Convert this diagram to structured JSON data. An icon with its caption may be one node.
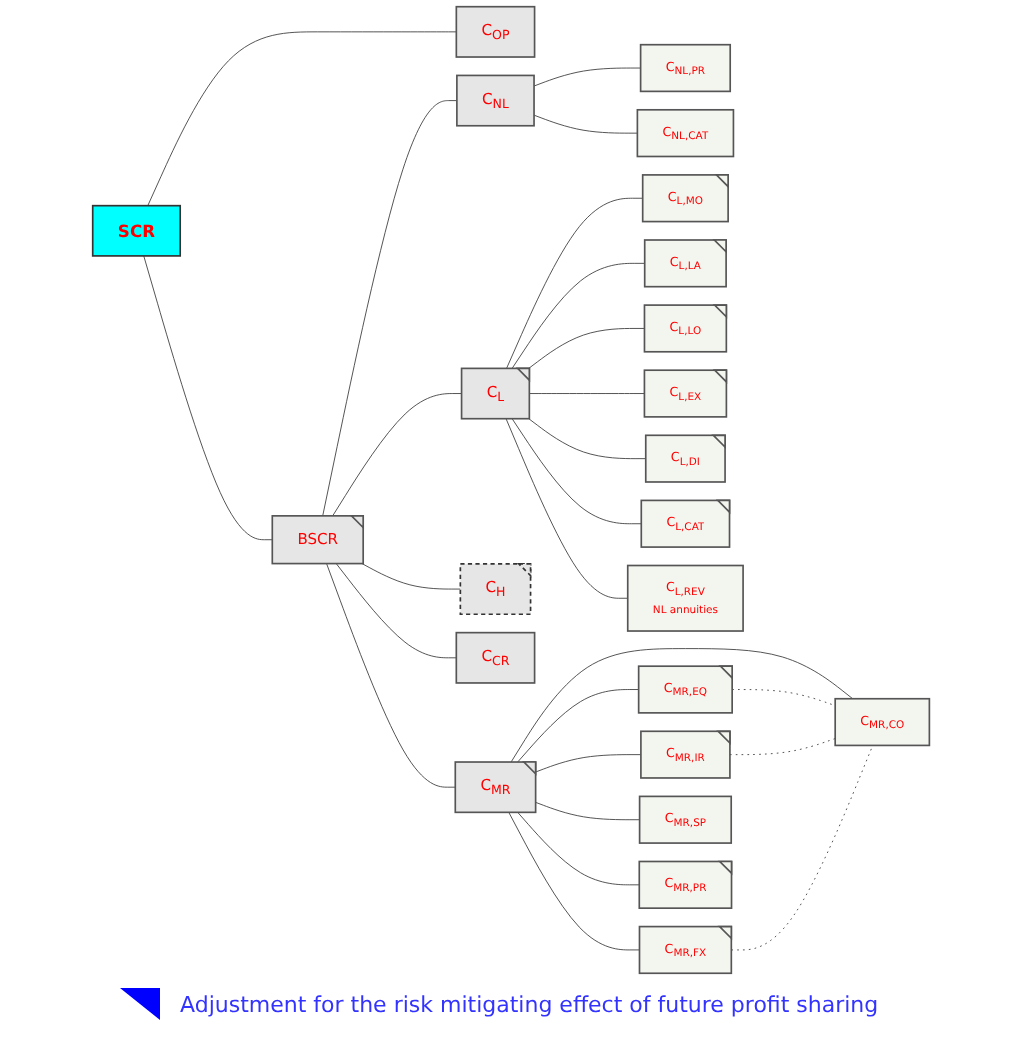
{
  "diagram": {
    "nodes": [
      {
        "text": [
          "SCR"
        ]
      },
      {
        "text": [
          "BSCR"
        ]
      },
      {
        "text": [
          "C$_{OP}$"
        ]
      },
      {
        "text": [
          "C$_{NL}$"
        ]
      },
      {
        "text": [
          "C$_{L}$"
        ]
      },
      {
        "text": [
          "C$_{H}$"
        ]
      },
      {
        "text": [
          "C$_{CR}$"
        ]
      },
      {
        "text": [
          "C$_{MR}$"
        ]
      },
      {
        "text": [
          "C$_{NL,PR}$"
        ]
      },
      {
        "text": [
          "C$_{NL,CAT}$"
        ]
      },
      {
        "text": [
          "C$_{L,MO}$"
        ]
      },
      {
        "text": [
          "C$_{L,LA}$"
        ]
      },
      {
        "text": [
          "C$_{L,LO}$"
        ]
      },
      {
        "text": [
          "C$_{L,EX}$"
        ]
      },
      {
        "text": [
          "C$_{L,DI}$"
        ]
      },
      {
        "text": [
          "C$_{L,CAT}$"
        ]
      },
      {
        "text": [
          "C$_{L,REV}$",
          "NL annuities"
        ]
      },
      {
        "text": [
          "C$_{MR,EQ}$"
        ]
      },
      {
        "text": [
          "C$_{MR,IR}$"
        ]
      },
      {
        "text": [
          "C$_{MR,CO}$"
        ]
      },
      {
        "text": [
          "C$_{MR,FX}$"
        ]
      },
      {
        "text": [
          "C$_{MR,SP}$"
        ]
      },
      {
        "text": [
          "C$_{MR,PR}$"
        ]
      }
    ],
    "edges": [
      {
        "from": 0,
        "to": 1,
        "arrow": "none"
      },
      {
        "from": 0,
        "to": 2,
        "arrow": "none"
      },
      {
        "from": 1,
        "to": 3,
        "arrow": "none"
      },
      {
        "from": 1,
        "to": 4,
        "arrow": "none"
      },
      {
        "from": 1,
        "to": 5,
        "arrow": "none"
      },
      {
        "from": 1,
        "to": 6,
        "arrow": "none"
      },
      {
        "from": 1,
        "to": 7,
        "arrow": "none"
      },
      {
        "from": 3,
        "to": 8,
        "arrow": "none"
      },
      {
        "from": 3,
        "to": 9,
        "arrow": "none"
      },
      {
        "from": 4,
        "to": 10,
        "arrow": "none"
      },
      {
        "from": 4,
        "to": 11,
        "arrow": "none"
      },
      {
        "from": 4,
        "to": 12,
        "arrow": "none"
      },
      {
        "from": 4,
        "to": 13,
        "arrow": "none"
      },
      {
        "from": 4,
        "to": 14,
        "arrow": "none"
      },
      {
        "from": 4,
        "to": 15,
        "arrow": "none"
      },
      {
        "from": 4,
        "to": 16,
        "arrow": "none"
      },
      {
        "from": 7,
        "to": 17,
        "arrow": "none"
      },
      {
        "from": 7,
        "to": 18,
        "arrow": "none"
      },
      {
        "from": 7,
        "to": 19,
        "arrow": "none"
      },
      {
        "from": 7,
        "to": 20,
        "arrow": "none"
      },
      {
        "from": 7,
        "to": 21,
        "arrow": "none"
      },
      {
        "from": 7,
        "to": 22,
        "arrow": "none"
      },
      {
        "from": 17,
        "to": 19,
        "arrow": "none",
        "style": "dashed"
      },
      {
        "from": 18,
        "to": 19,
        "arrow": "none",
        "style": "dashed"
      },
      {
        "from": 20,
        "to": 19,
        "arrow": "none",
        "style": "dashed"
      }
    ],
    "legend": [
      {
        "text": "Adjustment for the risk mitigating effect of future profit sharing",
        "color": "#0000ff"
      }
    ]
  }
}
